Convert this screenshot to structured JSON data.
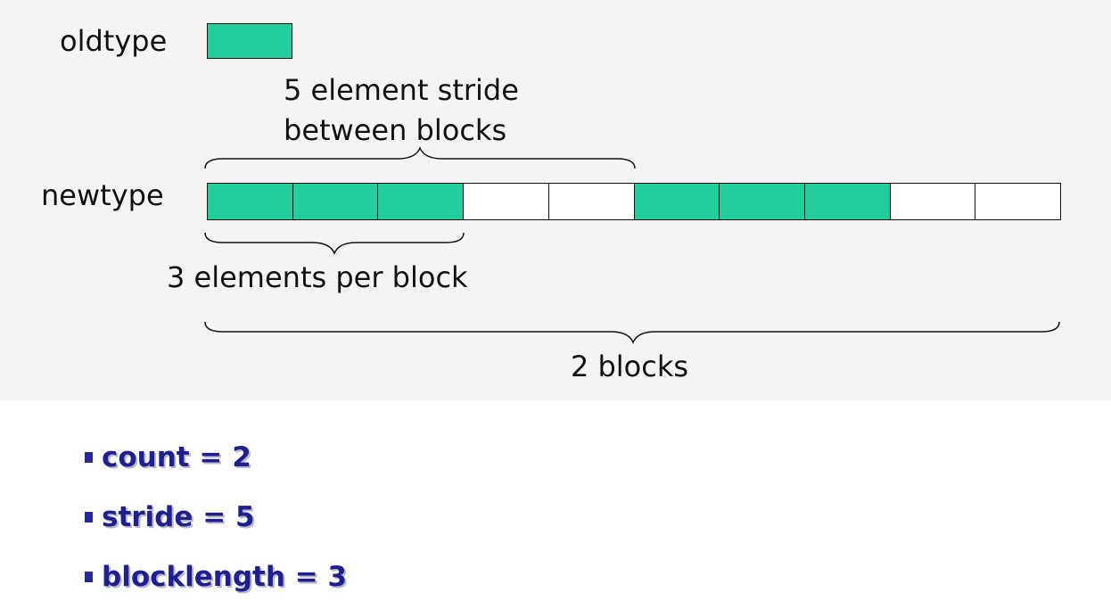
{
  "diagram": {
    "oldtype_label": "oldtype",
    "newtype_label": "newtype",
    "stride_label_line1": "5 element stride",
    "stride_label_line2": "between blocks",
    "block_label": "3 elements per block",
    "count_label": "2 blocks",
    "fill_color": "#22ce9c",
    "empty_color": "#ffffff",
    "oldtype_cell": {
      "filled": true
    },
    "newtype_cells": [
      {
        "filled": true
      },
      {
        "filled": true
      },
      {
        "filled": true
      },
      {
        "filled": false
      },
      {
        "filled": false
      },
      {
        "filled": true
      },
      {
        "filled": true
      },
      {
        "filled": true
      },
      {
        "filled": false
      },
      {
        "filled": false
      }
    ]
  },
  "bullets": [
    {
      "text": "count = 2"
    },
    {
      "text": "stride = 5"
    },
    {
      "text": "blocklength = 3"
    }
  ],
  "colors": {
    "bullet_text": "#1f1f8f",
    "bullet_marker": "#27279e",
    "panel_background": "#f4f4f4"
  }
}
